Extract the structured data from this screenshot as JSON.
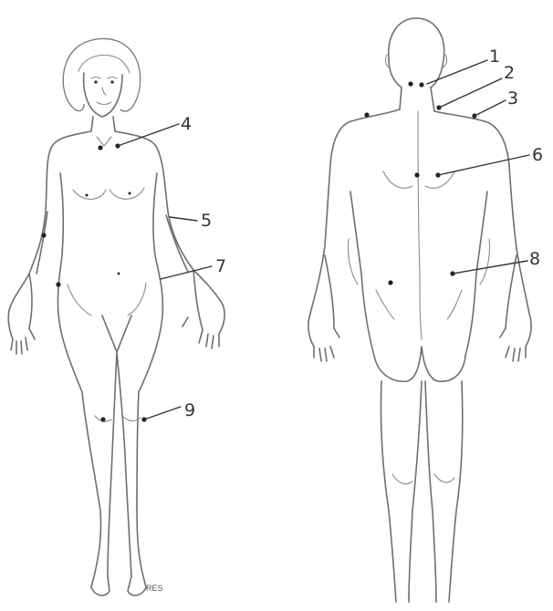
{
  "points": [
    {
      "id": "1",
      "label": "1"
    },
    {
      "id": "2",
      "label": "2"
    },
    {
      "id": "3",
      "label": "3"
    },
    {
      "id": "4",
      "label": "4"
    },
    {
      "id": "5",
      "label": "5"
    },
    {
      "id": "6",
      "label": "6"
    },
    {
      "id": "7",
      "label": "7"
    },
    {
      "id": "8",
      "label": "8"
    },
    {
      "id": "9",
      "label": "9"
    }
  ],
  "signature": "RES",
  "colors": {
    "line": "#6f6f6f",
    "point": "#222222",
    "background": "#ffffff"
  }
}
